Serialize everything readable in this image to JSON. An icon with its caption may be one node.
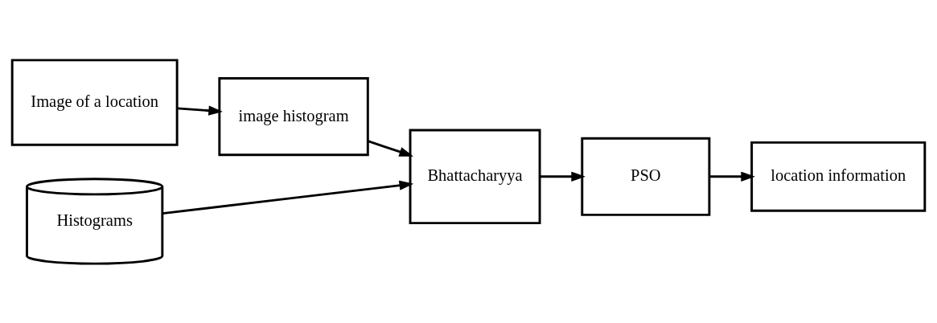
{
  "diagram": {
    "nodes": [
      {
        "text": [
          "Image of a location"
        ]
      },
      {
        "text": [
          "image histogram"
        ]
      },
      {
        "text": [
          "Bhattacharyya"
        ]
      },
      {
        "text": [
          "PSO"
        ]
      },
      {
        "text": [
          "location information"
        ]
      },
      {
        "text": [
          "Histograms"
        ]
      }
    ],
    "edges": [
      {
        "from": 0,
        "to": 1,
        "arrow": "to"
      },
      {
        "from": 1,
        "to": 2,
        "arrow": "to"
      },
      {
        "from": 5,
        "to": 2,
        "arrow": "to"
      },
      {
        "from": 2,
        "to": 3,
        "arrow": "to"
      },
      {
        "from": 3,
        "to": 4,
        "arrow": "to"
      }
    ]
  }
}
